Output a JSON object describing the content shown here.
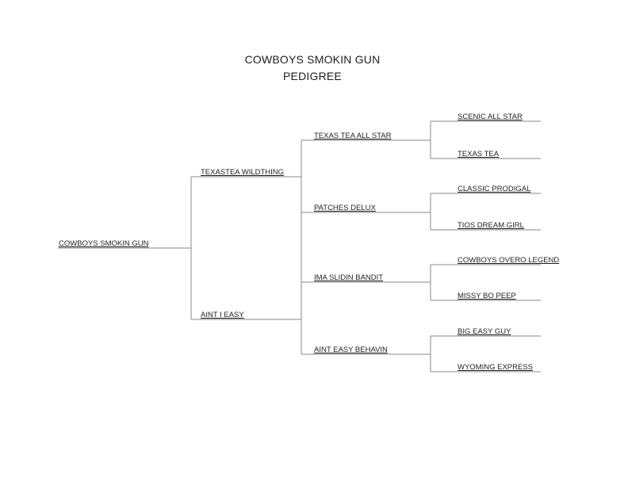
{
  "header": {
    "title": "COWBOYS SMOKIN GUN",
    "subtitle": "PEDIGREE"
  },
  "pedigree": {
    "subject": "COWBOYS SMOKIN GUN",
    "sire": "TEXASTEA WILDTHING",
    "dam": "AINT I EASY",
    "sire_sire": "TEXAS TEA ALL STAR",
    "sire_dam": "PATCHES DELUX",
    "dam_sire": "IMA SLIDIN BANDIT",
    "dam_dam": "AINT EASY BEHAVIN",
    "great_grandparents": [
      "SCENIC ALL STAR",
      "TEXAS TEA",
      "CLASSIC PRODIGAL",
      "TIOS DREAM GIRL",
      "COWBOYS OVERO LEGEND",
      "MISSY BO PEEP",
      "BIG EASY GUY",
      "WYOMING EXPRESS"
    ]
  }
}
